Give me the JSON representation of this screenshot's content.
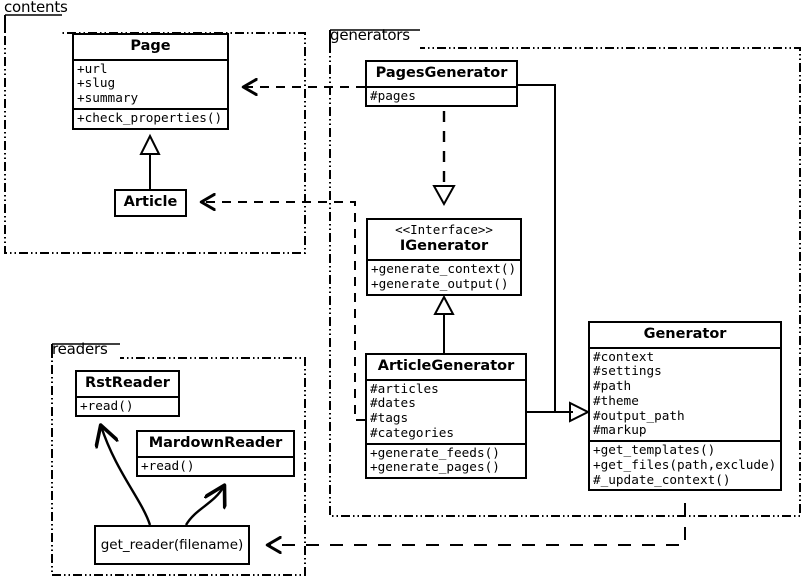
{
  "diagram": {
    "title": "UML class diagram",
    "stroke_color": "#000000",
    "background_color": "#ffffff"
  },
  "packages": [
    {
      "id": "contents",
      "label": "contents"
    },
    {
      "id": "generators",
      "label": "generators"
    },
    {
      "id": "readers",
      "label": "readers"
    }
  ],
  "classes": {
    "page": {
      "name": "Page",
      "attributes": [
        "+url",
        "+slug",
        "+summary"
      ],
      "operations": [
        "+check_properties()"
      ]
    },
    "article": {
      "name": "Article",
      "attributes": [],
      "operations": []
    },
    "pages_generator": {
      "name": "PagesGenerator",
      "attributes": [
        "#pages"
      ],
      "operations": []
    },
    "igenerator": {
      "stereotype": "<<Interface>>",
      "name": "IGenerator",
      "attributes": [],
      "operations": [
        "+generate_context()",
        "+generate_output()"
      ]
    },
    "article_generator": {
      "name": "ArticleGenerator",
      "attributes": [
        "#articles",
        "#dates",
        "#tags",
        "#categories"
      ],
      "operations": [
        "+generate_feeds()",
        "+generate_pages()"
      ]
    },
    "generator": {
      "name": "Generator",
      "attributes": [
        "#context",
        "#settings",
        "#path",
        "#theme",
        "#output_path",
        "#markup"
      ],
      "operations": [
        "+get_templates()",
        "+get_files(path,exclude)",
        "#_update_context()"
      ]
    },
    "rst_reader": {
      "name": "RstReader",
      "attributes": [],
      "operations": [
        "+read()"
      ]
    },
    "mardown_reader": {
      "name": "MardownReader",
      "attributes": [],
      "operations": [
        "+read()"
      ]
    },
    "get_reader": {
      "name": "get_reader(filename)"
    }
  },
  "relationships": [
    {
      "id": "article-inherits-page",
      "type": "generalization",
      "from": "Article",
      "to": "Page",
      "line": "solid",
      "arrow": "hollow-triangle"
    },
    {
      "id": "pagesgenerator-uses-page",
      "type": "dependency",
      "from": "PagesGenerator",
      "to": "Page",
      "line": "dashed",
      "arrow": "open"
    },
    {
      "id": "articlegenerator-uses-article",
      "type": "dependency",
      "from": "ArticleGenerator",
      "to": "Article",
      "line": "dashed",
      "arrow": "open"
    },
    {
      "id": "pagesgenerator-realizes-igen",
      "type": "realization",
      "from": "PagesGenerator",
      "to": "IGenerator",
      "line": "dashed",
      "arrow": "hollow-triangle"
    },
    {
      "id": "articlegenerator-implements-igen",
      "type": "generalization",
      "from": "ArticleGenerator",
      "to": "IGenerator",
      "line": "solid",
      "arrow": "hollow-triangle"
    },
    {
      "id": "pagesgenerator-inherits-generator",
      "type": "generalization",
      "from": "PagesGenerator",
      "to": "Generator",
      "line": "solid",
      "arrow": "hollow-triangle"
    },
    {
      "id": "articlegenerator-inherits-generator",
      "type": "generalization",
      "from": "ArticleGenerator",
      "to": "Generator",
      "line": "solid",
      "arrow": "hollow-triangle"
    },
    {
      "id": "generator-uses-getreader",
      "type": "dependency",
      "from": "Generator",
      "to": "get_reader(filename)",
      "line": "dashed",
      "arrow": "open"
    },
    {
      "id": "getreader-creates-rstreader",
      "type": "dependency",
      "from": "get_reader(filename)",
      "to": "RstReader",
      "line": "solid",
      "arrow": "open-curved"
    },
    {
      "id": "getreader-creates-mardownreader",
      "type": "dependency",
      "from": "get_reader(filename)",
      "to": "MardownReader",
      "line": "solid",
      "arrow": "open-curved"
    }
  ]
}
